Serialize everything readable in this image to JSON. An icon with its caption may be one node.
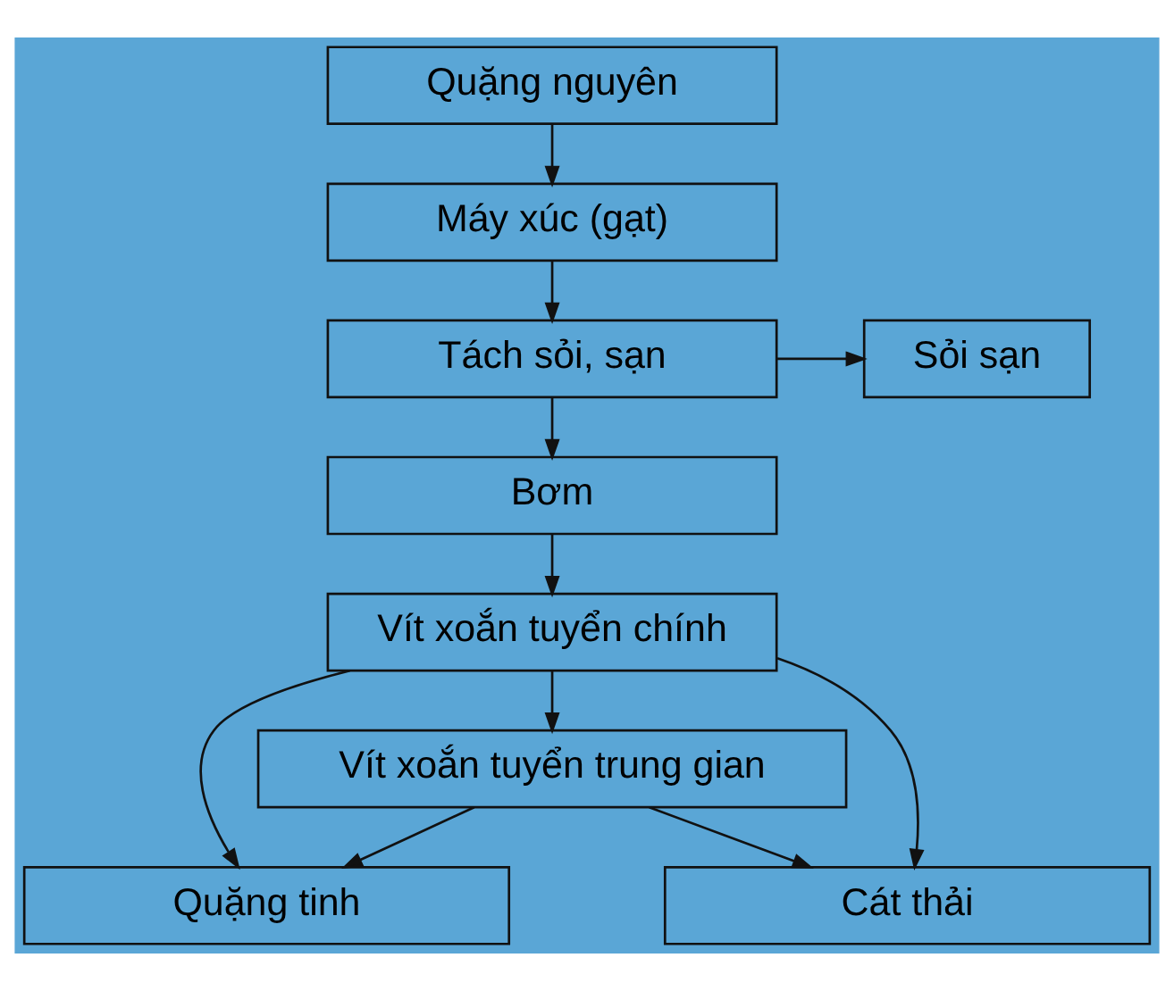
{
  "diagram": {
    "nodes": [
      {
        "text": [
          "Quặng nguyên"
        ]
      },
      {
        "text": [
          "Máy xúc (gạt)"
        ]
      },
      {
        "text": [
          "Tách sỏi, sạn"
        ]
      },
      {
        "text": [
          "Sỏi sạn"
        ]
      },
      {
        "text": [
          "Bơm"
        ]
      },
      {
        "text": [
          "Vít xoắn tuyển chính"
        ]
      },
      {
        "text": [
          "Vít xoắn tuyển trung gian"
        ]
      },
      {
        "text": [
          "Quặng tinh"
        ]
      },
      {
        "text": [
          "Cát thải"
        ]
      }
    ],
    "edges": [
      {
        "from": 0,
        "to": 1,
        "arrow": "to"
      },
      {
        "from": 1,
        "to": 2,
        "arrow": "to"
      },
      {
        "from": 2,
        "to": 3,
        "arrow": "to"
      },
      {
        "from": 2,
        "to": 4,
        "arrow": "to"
      },
      {
        "from": 4,
        "to": 5,
        "arrow": "to"
      },
      {
        "from": 5,
        "to": 6,
        "arrow": "to"
      },
      {
        "from": 5,
        "to": 7,
        "arrow": "to"
      },
      {
        "from": 5,
        "to": 8,
        "arrow": "to"
      },
      {
        "from": 6,
        "to": 7,
        "arrow": "to"
      },
      {
        "from": 6,
        "to": 8,
        "arrow": "to"
      }
    ]
  }
}
